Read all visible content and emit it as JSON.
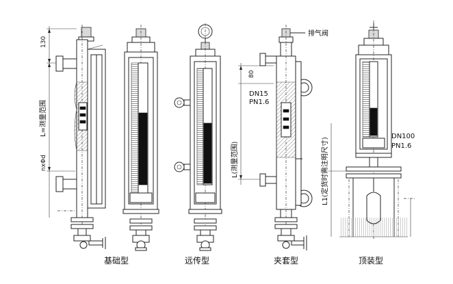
{
  "captions": {
    "basic": "基础型",
    "remote": "远传型",
    "clamp": "夹套型",
    "top": "顶装型"
  },
  "labels": {
    "dim_130": "130",
    "measure_range_L": "L=测量范围",
    "n_phi_d": "nxΦd",
    "vent_valve": "排气阀",
    "dim_80": "80",
    "dn15": "DN15",
    "pn16_a": "PN1.6",
    "measure_range_L2": "L(测量范围)",
    "l1_note": "L1(定货时需注明尺寸)",
    "dn100": "DN100",
    "pn16_b": "PN1.6"
  }
}
